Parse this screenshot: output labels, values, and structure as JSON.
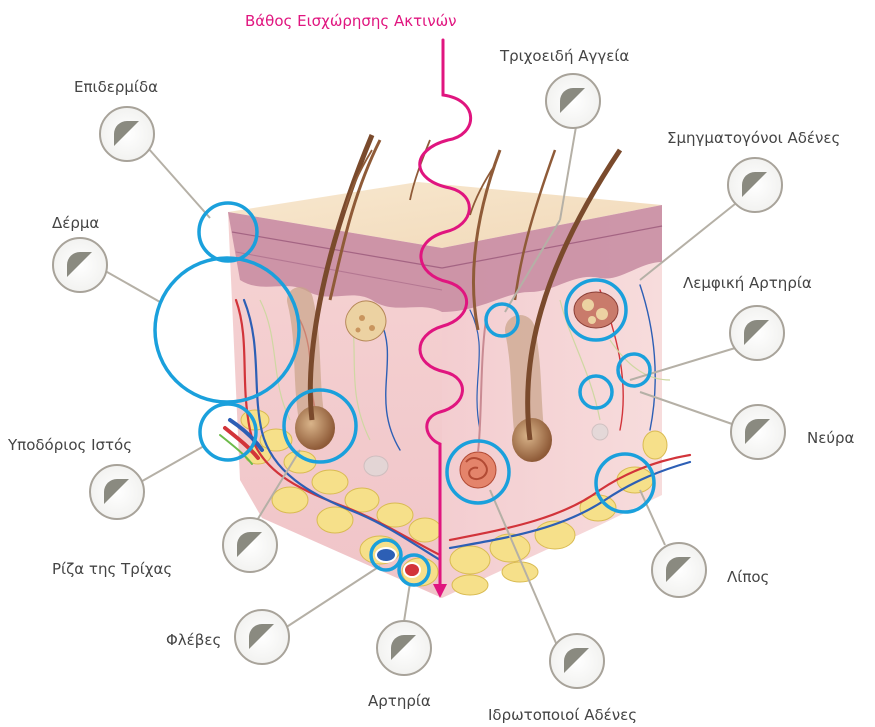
{
  "title": "Βάθος Εισχώρησης Ακτινών",
  "labels": {
    "epidermis": "Επιδερμίδα",
    "derma": "Δέρμα",
    "subcutaneous": "Υποδόριος Ιστός",
    "hair_root": "Ρίζα της Τρίχας",
    "veins": "Φλέβες",
    "artery": "Αρτηρία",
    "sweat_glands": "Ιδρωτοποιοί Αδένες",
    "capillaries": "Τριχοειδή Αγγεία",
    "sebaceous_glands": "Σμηγματογόνοι Αδένες",
    "lymph_artery": "Λεμφική Αρτηρία",
    "nerves": "Νεύρα",
    "fat": "Λίπος"
  },
  "colors": {
    "depth_line": "#e0157f",
    "highlight_circle": "#1aa0dc",
    "leader_line": "#b5b0a6",
    "marker_fill": "#8a8a80"
  },
  "icons": [
    "semi-filled-circle-icon"
  ]
}
